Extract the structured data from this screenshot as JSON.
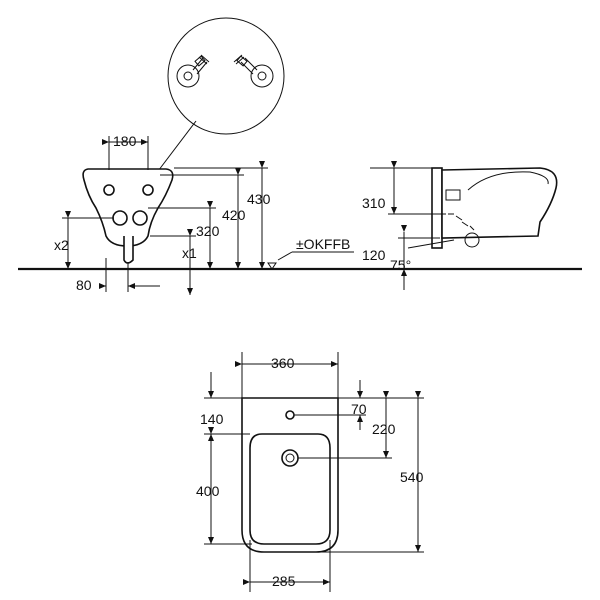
{
  "colors": {
    "ink": "#111111",
    "background": "#ffffff"
  },
  "side_view": {
    "dimensions": {
      "top_width": "180",
      "total_height": "430",
      "fixing_height": "420",
      "supply_height": "320",
      "x2": "x2",
      "x1": "x1",
      "offset_80": "80"
    },
    "floor_label": "±OKFFB"
  },
  "profile_view": {
    "dimensions": {
      "height_310": "310",
      "height_120": "120",
      "angle": "75°"
    }
  },
  "top_view": {
    "dimensions": {
      "width": "360",
      "rear_140": "140",
      "tap_70": "70",
      "center_220": "220",
      "bowl_400": "400",
      "length": "540",
      "bowl_width": "285"
    }
  }
}
